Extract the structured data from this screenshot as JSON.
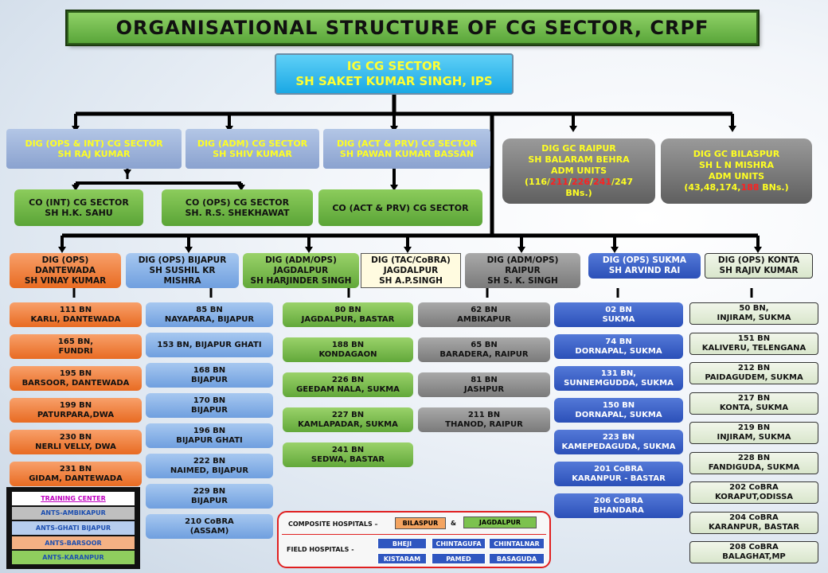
{
  "title": "ORGANISATIONAL STRUCTURE OF CG SECTOR, CRPF",
  "ig": {
    "line1": "IG CG SECTOR",
    "line2": "SH SAKET  KUMAR SINGH, IPS"
  },
  "top_digs": [
    {
      "line1": "DIG (OPS & INT) CG SECTOR",
      "line2": "SH   RAJ KUMAR"
    },
    {
      "line1": "DIG (ADM) CG SECTOR",
      "line2": "SH   SHIV KUMAR"
    },
    {
      "line1": "DIG (ACT & PRV) CG SECTOR",
      "line2": "SH   PAWAN KUMAR BASSAN"
    }
  ],
  "gc_raipur": {
    "line1": "DIG GC RAIPUR",
    "line2": "SH BALARAM BEHRA",
    "line3": "ADM UNITS",
    "units_open": "(116/",
    "u211": "211",
    "s1": "/",
    "u226": "226",
    "s2": "/",
    "u241": "241",
    "units_close": "/247",
    "line5": "BNs.)"
  },
  "gc_bilaspur": {
    "line1": "DIG GC BILASPUR",
    "line2": "SH L N MISHRA",
    "line3": "ADM UNITS",
    "units_open": "(43,48,174,",
    "u188": "188",
    "units_close": " BNs.)"
  },
  "cos": [
    {
      "line1": "CO (INT) CG SECTOR",
      "line2": "SH   H.K. SAHU"
    },
    {
      "line1": "CO (OPS) CG SECTOR",
      "line2": "SH. R.S. SHEKHAWAT"
    },
    {
      "line1": "CO (ACT & PRV) CG SECTOR",
      "line2": ""
    }
  ],
  "ranges": [
    {
      "lines": [
        "DIG (OPS)",
        "DANTEWADA",
        "SH  VINAY KUMAR"
      ],
      "units": [
        [
          "111 BN",
          "KARLI, DANTEWADA"
        ],
        [
          "165 BN,",
          "FUNDRI"
        ],
        [
          "195 BN",
          "BARSOOR, DANTEWADA"
        ],
        [
          "199 BN",
          "PATURPARA,DWA"
        ],
        [
          "230 BN",
          "NERLI VELLY, DWA"
        ],
        [
          "231 BN",
          "GIDAM, DANTEWADA"
        ]
      ]
    },
    {
      "lines": [
        "DIG (OPS) BIJAPUR",
        "SH  SUSHIL KR",
        "MISHRA"
      ],
      "units": [
        [
          "85 BN",
          "NAYAPARA, BIJAPUR"
        ],
        [
          "153 BN, BIJAPUR GHATI",
          ""
        ],
        [
          "168 BN",
          "BIJAPUR"
        ],
        [
          "170 BN",
          "BIJAPUR"
        ],
        [
          "196 BN",
          "BIJAPUR GHATI"
        ],
        [
          "222 BN",
          "NAIMED,  BIJAPUR"
        ],
        [
          "229 BN",
          "BIJAPUR"
        ],
        [
          "210 CoBRA",
          "(ASSAM)"
        ]
      ]
    },
    {
      "lines": [
        "DIG (ADM/OPS)",
        "JAGDALPUR",
        "SH  HARJINDER SINGH"
      ],
      "units": [
        [
          "80 BN",
          "JAGDALPUR, BASTAR"
        ],
        [
          "188 BN",
          "KONDAGAON"
        ],
        [
          "226 BN",
          "GEEDAM NALA, SUKMA"
        ],
        [
          "227 BN",
          "KAMLAPADAR, SUKMA"
        ],
        [
          "241 BN",
          "SEDWA, BASTAR"
        ]
      ]
    },
    {
      "lines": [
        "DIG (TAC/CoBRA)",
        "JAGDALPUR",
        "SH  A.P.SINGH"
      ],
      "units": []
    },
    {
      "lines": [
        "DIG (ADM/OPS)",
        "RAIPUR",
        "SH  S. K. SINGH"
      ],
      "units": [
        [
          "62 BN",
          "AMBIKAPUR"
        ],
        [
          "65 BN",
          "BARADERA, RAIPUR"
        ],
        [
          "81 BN",
          "JASHPUR"
        ],
        [
          "211 BN",
          "THANOD, RAIPUR"
        ]
      ]
    },
    {
      "lines": [
        "DIG (OPS) SUKMA",
        "SH ARVIND RAI"
      ],
      "units": [
        [
          "02 BN",
          "SUKMA"
        ],
        [
          "74 BN",
          "DORNAPAL, SUKMA"
        ],
        [
          "131  BN,",
          "SUNNEMGUDDA, SUKMA"
        ],
        [
          "150 BN",
          "DORNAPAL, SUKMA"
        ],
        [
          "223 BN",
          "KAMEPEDAGUDA, SUKMA"
        ],
        [
          "201 CoBRA",
          "KARANPUR - BASTAR"
        ],
        [
          "206 CoBRA",
          "BHANDARA"
        ]
      ]
    },
    {
      "lines": [
        "DIG (OPS) KONTA",
        "SH  RAJIV KUMAR"
      ],
      "units": [
        [
          "50 BN,",
          "INJIRAM, SUKMA"
        ],
        [
          "151 BN",
          "KALIVERU, TELENGANA"
        ],
        [
          "212 BN",
          "PAIDAGUDEM, SUKMA"
        ],
        [
          "217 BN",
          "KONTA, SUKMA"
        ],
        [
          "219 BN",
          "INJIRAM, SUKMA"
        ],
        [
          "228 BN",
          "FANDIGUDA, SUKMA"
        ],
        [
          "202 CoBRA",
          "KORAPUT,ODISSA"
        ],
        [
          "204 CoBRA",
          "KARANPUR, BASTAR"
        ],
        [
          "208 CoBRA",
          "BALAGHAT,MP"
        ]
      ]
    }
  ],
  "legend": [
    {
      "label": "TRAINING CENTER",
      "bg": "#ffffff",
      "fg": "#c000c0"
    },
    {
      "label": "ANTS-AMBIKAPUR",
      "bg": "#bfbfbf",
      "fg": "#1d4fb0"
    },
    {
      "label": "ANTS-GHATI BIJAPUR",
      "bg": "#b7cdee",
      "fg": "#1d4fb0"
    },
    {
      "label": "ANTS-BARSOOR",
      "bg": "#f4b184",
      "fg": "#1d4fb0"
    },
    {
      "label": "ANTS-KARANPUR",
      "bg": "#8fce5e",
      "fg": "#1d4fb0"
    }
  ],
  "hospitals": {
    "composite_label": "COMPOSITE  HOSPITALS –",
    "composite": [
      "BILASPUR",
      "JAGDALPUR"
    ],
    "amp": "&",
    "field_label": "FIELD HOSPITALS -",
    "field": [
      "BHEJI",
      "CHINTAGUFA",
      "CHINTALNAR",
      "KISTARAM",
      "PAMED",
      "BASAGUDA"
    ]
  }
}
